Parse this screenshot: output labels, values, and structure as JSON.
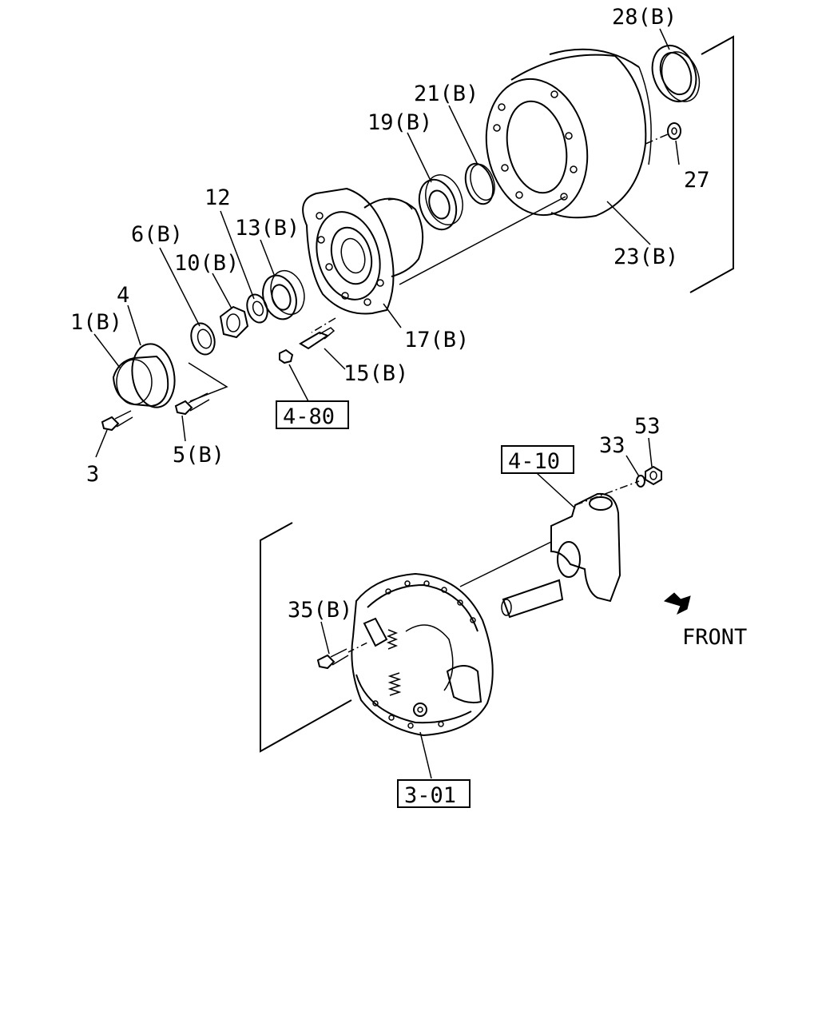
{
  "callouts": {
    "c28": "28(B)",
    "c21": "21(B)",
    "c19": "19(B)",
    "c27": "27",
    "c23": "23(B)",
    "c12": "12",
    "c13": "13(B)",
    "c6": "6(B)",
    "c10": "10(B)",
    "c4": "4",
    "c1": "1(B)",
    "c17": "17(B)",
    "c15": "15(B)",
    "c3": "3",
    "c5": "5(B)",
    "c53": "53",
    "c33": "33",
    "c35": "35(B)"
  },
  "refs": {
    "r480": "4-80",
    "r410": "4-10",
    "r301": "3-01"
  },
  "front_label": "FRONT"
}
